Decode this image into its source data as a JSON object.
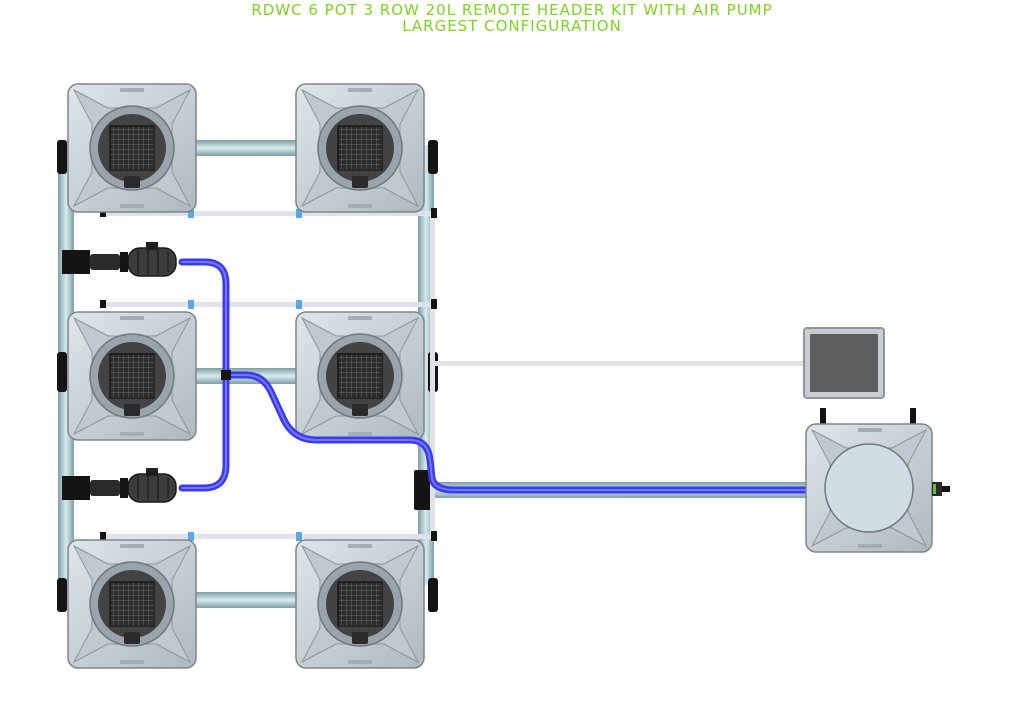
{
  "title": {
    "line1": "RDWC 6 POT 3 ROW 20L REMOTE HEADER KIT WITH AIR PUMP",
    "line2": "LARGEST CONFIGURATION"
  },
  "diagram": {
    "grow_pots": 6,
    "rows": 3,
    "control_buckets": 1,
    "air_pumps": 1,
    "water_pumps": 2
  },
  "colors": {
    "title_green": "#7ed321",
    "pot_body": "#c9d3da",
    "pot_shadow": "#8d969d",
    "pipe": "#9ab7bd",
    "air_line": "#e1e1ea",
    "air_tee": "#5aa7e6",
    "water_hose": "#3b3bee",
    "air_pump_face": "#5e5e5e",
    "fitting": "#141414",
    "net_pot": "#3a3a3a"
  }
}
